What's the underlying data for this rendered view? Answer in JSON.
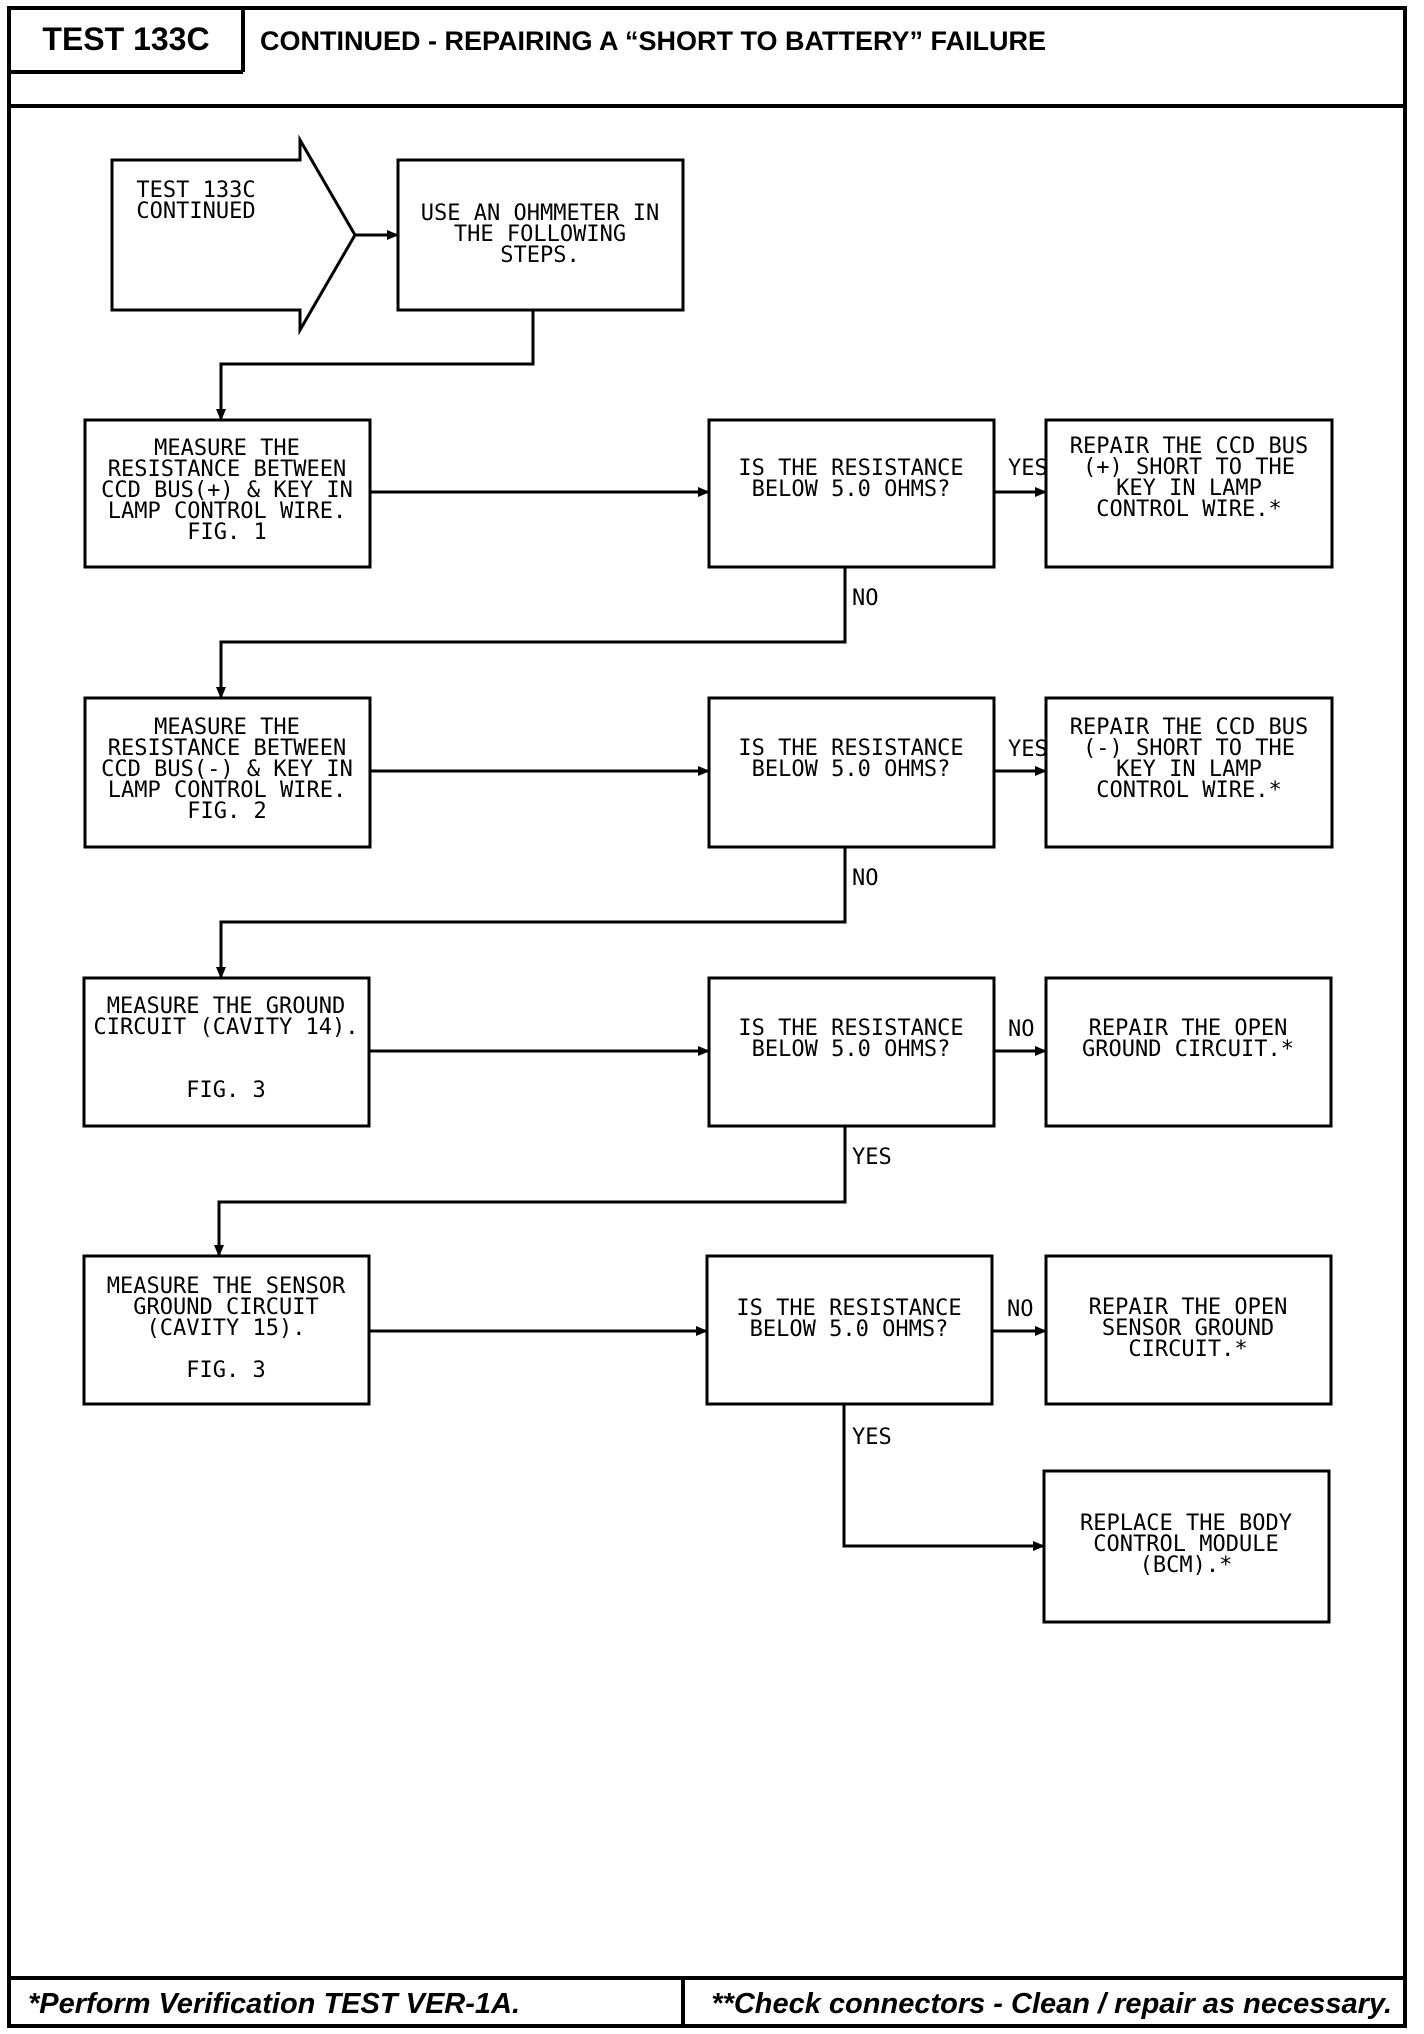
{
  "header": {
    "test_label": "TEST 133C",
    "title": "CONTINUED - REPAIRING A “SHORT TO BATTERY” FAILURE"
  },
  "flowchart": {
    "start": [
      "TEST 133C",
      "CONTINUED"
    ],
    "step_ohmmeter": [
      "USE AN OHMMETER IN",
      "THE FOLLOWING",
      "STEPS."
    ],
    "measure_1": [
      "MEASURE THE",
      "RESISTANCE BETWEEN",
      "CCD BUS(+) & KEY IN",
      "LAMP CONTROL WIRE.",
      "FIG. 1"
    ],
    "decision_1": [
      "IS THE RESISTANCE",
      "BELOW 5.0 OHMS?"
    ],
    "repair_1": [
      "REPAIR THE CCD BUS",
      "(+) SHORT TO THE",
      "KEY IN LAMP",
      "CONTROL WIRE.*"
    ],
    "measure_2": [
      "MEASURE THE",
      "RESISTANCE BETWEEN",
      "CCD BUS(-) & KEY IN",
      "LAMP CONTROL WIRE.",
      "FIG. 2"
    ],
    "decision_2": [
      "IS THE RESISTANCE",
      "BELOW 5.0 OHMS?"
    ],
    "repair_2": [
      "REPAIR THE CCD BUS",
      "(-) SHORT TO THE",
      "KEY IN LAMP",
      "CONTROL WIRE.*"
    ],
    "measure_3": [
      "MEASURE THE GROUND",
      "CIRCUIT (CAVITY 14).",
      "",
      "",
      "FIG. 3"
    ],
    "decision_3": [
      "IS THE RESISTANCE",
      "BELOW 5.0 OHMS?"
    ],
    "repair_3": [
      "REPAIR THE OPEN",
      "GROUND CIRCUIT.*"
    ],
    "measure_4": [
      "MEASURE THE SENSOR",
      "GROUND CIRCUIT",
      "(CAVITY 15).",
      "",
      "FIG. 3"
    ],
    "decision_4": [
      "IS THE RESISTANCE",
      "BELOW 5.0 OHMS?"
    ],
    "repair_4": [
      "REPAIR THE OPEN",
      "SENSOR GROUND",
      "CIRCUIT.*"
    ],
    "replace_bcm": [
      "REPLACE THE BODY",
      "CONTROL MODULE",
      "(BCM).*"
    ],
    "edge_labels": {
      "d1_yes": "YES",
      "d1_no": "NO",
      "d2_yes": "YES",
      "d2_no": "NO",
      "d3_no": "NO",
      "d3_yes": "YES",
      "d4_no": "NO",
      "d4_yes": "YES"
    }
  },
  "footer": {
    "left": "*Perform Verification TEST VER-1A.",
    "right": "**Check connectors - Clean / repair as necessary."
  }
}
